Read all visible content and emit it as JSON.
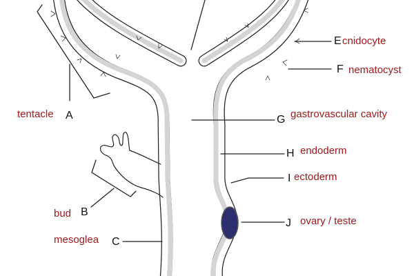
{
  "title": "Hydra longitudinal section",
  "colors": {
    "label": "#a0191c",
    "wall": "#d4d4d4",
    "gonad": "#2c2f6e"
  },
  "labels": [
    {
      "letter": "A",
      "text": "tentacle"
    },
    {
      "letter": "B",
      "text": "bud"
    },
    {
      "letter": "C",
      "text": "mesoglea"
    },
    {
      "letter": "E",
      "text": "cnidocyte"
    },
    {
      "letter": "F",
      "text": "nematocyst"
    },
    {
      "letter": "G",
      "text": "gastrovascular cavity"
    },
    {
      "letter": "H",
      "text": "endoderm"
    },
    {
      "letter": "I",
      "text": "ectoderm"
    },
    {
      "letter": "J",
      "text": "ovary / teste"
    }
  ]
}
